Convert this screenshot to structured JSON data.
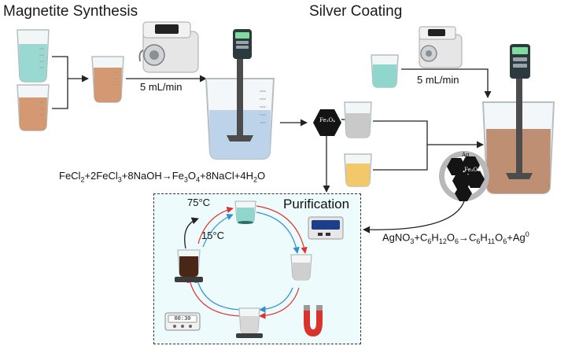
{
  "sections": {
    "magnetite": "Magnetite Synthesis",
    "silver": "Silver Coating",
    "purification": "Purification"
  },
  "flow_rates": {
    "magnetite": "5 mL/min",
    "silver": "5 mL/min"
  },
  "equations": {
    "magnetite": {
      "p1": "FeCl",
      "s1": "2",
      "p2": "+2FeCl",
      "s2": "3",
      "p3": "+8NaOH",
      "arrow": "→",
      "p4": "Fe",
      "s3": "3",
      "p5": "O",
      "s4": "4",
      "p6": "+8NaCl+4H",
      "s5": "2",
      "p7": "O"
    },
    "silver": {
      "p1": "AgNO",
      "s1": "3",
      "p2": "+C",
      "s2": "6",
      "p3": "H",
      "s3": "12",
      "p4": "O",
      "s4": "6",
      "arrow": "→",
      "p5": "C",
      "s5": "6",
      "p6": "H",
      "s6": "11",
      "p7": "O",
      "s7": "6",
      "p8": "+Ag",
      "sup1": "0"
    }
  },
  "particle_labels": {
    "hexagon": "Fe₃O₄",
    "core": "Fe₃O₄",
    "shell": "Ag"
  },
  "temperatures": {
    "hot": "75°C",
    "cold": "15°C"
  },
  "timer": "00:30",
  "colors": {
    "teal_solution": "#8fd6cc",
    "brown_solution": "#d08f63",
    "blue_solution": "#bcd3ea",
    "yellow_solution": "#f2c86a",
    "grey_solution": "#c9c9c9",
    "purification_bg": "#eefbfc",
    "hot_line": "#e0322e",
    "cold_line": "#2f8fd0"
  }
}
